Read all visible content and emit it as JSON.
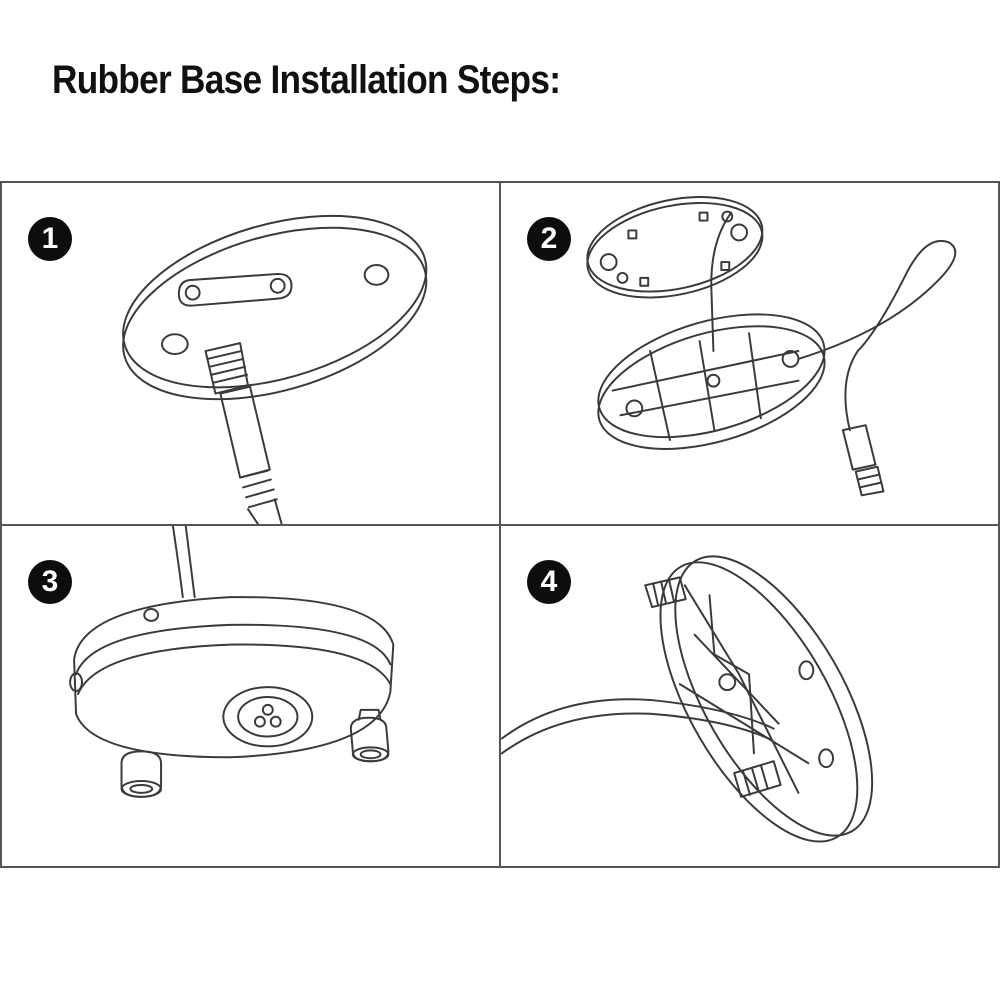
{
  "title": "Rubber Base Installation Steps:",
  "steps": [
    {
      "number": "1"
    },
    {
      "number": "2"
    },
    {
      "number": "3"
    },
    {
      "number": "4"
    }
  ],
  "colors": {
    "line": "#3a3a3a",
    "border": "#555555",
    "badge": "#0d0d0d",
    "background": "#ffffff"
  }
}
